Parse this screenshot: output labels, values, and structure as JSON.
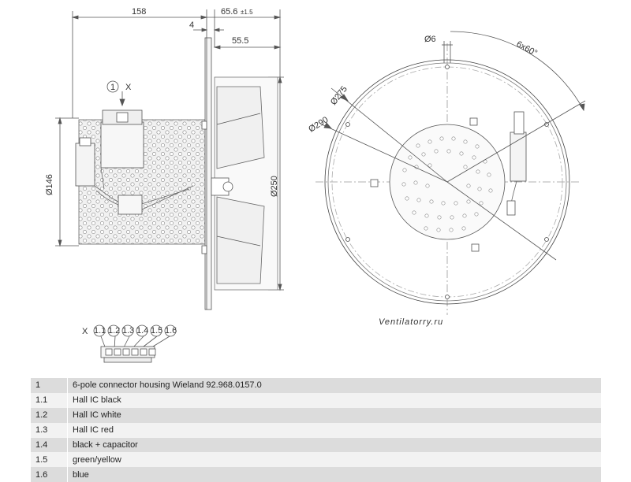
{
  "side_view": {
    "dims": {
      "overall_length": "158",
      "flange_thickness": "4",
      "depth": "65.6",
      "depth_tolerance": "±1.5",
      "impeller_depth": "55.5",
      "motor_diameter": "Ø146",
      "impeller_diameter": "Ø250"
    },
    "callout_number": "1",
    "callout_letter": "X"
  },
  "front_view": {
    "dims": {
      "hole_diameter": "Ø6",
      "hole_pattern": "6x60°",
      "pitch_circle": "Ø275",
      "plate_diameter": "Ø290"
    }
  },
  "connector_detail": {
    "label": "X",
    "pins": [
      "1.1",
      "1.2",
      "1.3",
      "1.4",
      "1.5",
      "1.6"
    ]
  },
  "watermark": "Ventilatorry.ru",
  "legend": [
    {
      "code": "1",
      "description": "6-pole connector housing Wieland 92.968.0157.0"
    },
    {
      "code": "1.1",
      "description": "Hall IC black"
    },
    {
      "code": "1.2",
      "description": "Hall IC white"
    },
    {
      "code": "1.3",
      "description": "Hall IC red"
    },
    {
      "code": "1.4",
      "description": "black + capacitor"
    },
    {
      "code": "1.5",
      "description": "green/yellow"
    },
    {
      "code": "1.6",
      "description": "blue"
    }
  ]
}
